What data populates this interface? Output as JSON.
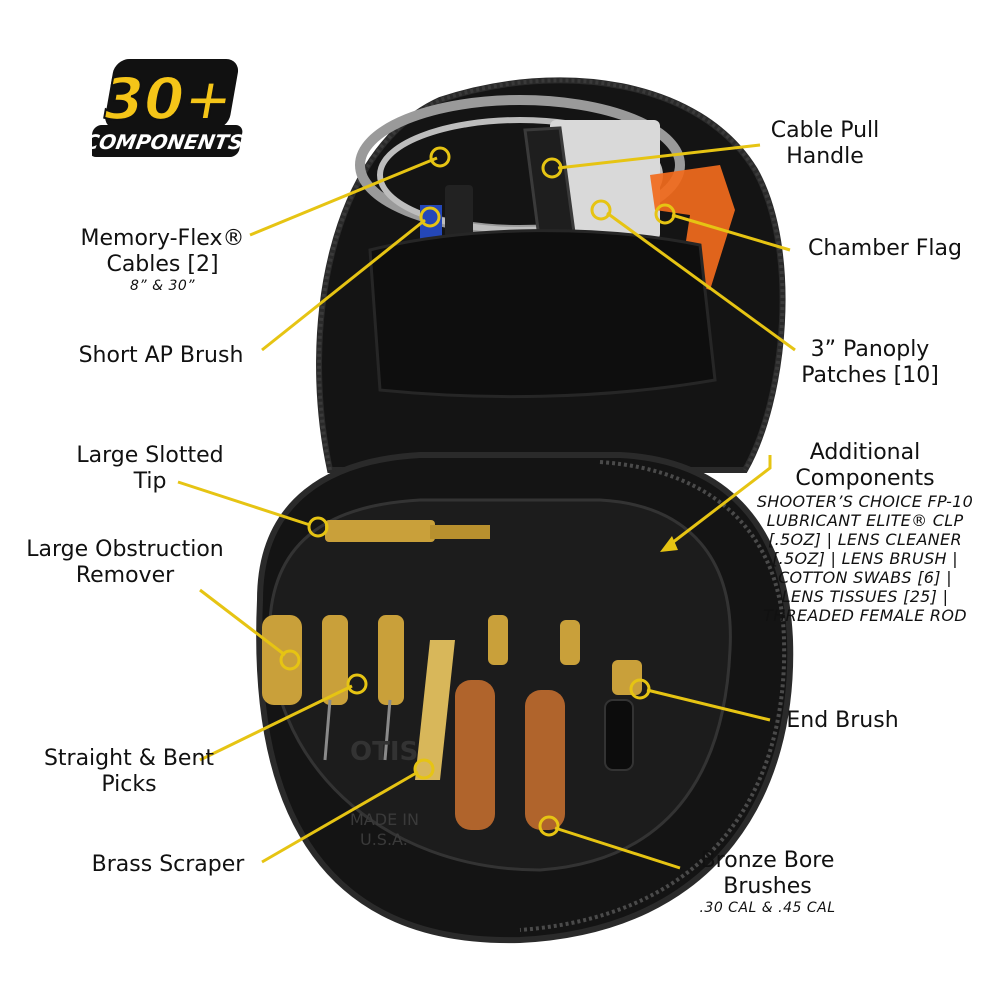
{
  "badge": {
    "line1": "30+",
    "line2": "COMPONENTS"
  },
  "colors": {
    "accent_yellow": "#f5c518",
    "leader_yellow": "#e6c413",
    "case_black": "#151515",
    "brass": "#c9a03a",
    "bronze": "#b0642c",
    "flag_orange": "#f26b1d"
  },
  "labels": {
    "memory_flex": {
      "line1": "Memory-Flex®",
      "line2": "Cables [2]",
      "sub": "8” & 30”"
    },
    "short_ap_brush": {
      "line1": "Short AP Brush"
    },
    "large_slotted_tip": {
      "line1": "Large Slotted",
      "line2": "Tip"
    },
    "large_obstruction_remover": {
      "line1": "Large Obstruction",
      "line2": "Remover"
    },
    "straight_bent_picks": {
      "line1": "Straight & Bent",
      "line2": "Picks"
    },
    "brass_scraper": {
      "line1": "Brass Scraper"
    },
    "cable_pull_handle": {
      "line1": "Cable Pull",
      "line2": "Handle"
    },
    "chamber_flag": {
      "line1": "Chamber Flag"
    },
    "panoply_patches": {
      "line1": "3” Panoply",
      "line2": "Patches [10]"
    },
    "additional_components": {
      "line1": "Additional",
      "line2": "Components",
      "details": [
        "SHOOTER’S CHOICE FP-10",
        "LUBRICANT ELITE® CLP",
        "[.5OZ] | LENS CLEANER",
        "[.5OZ] | LENS BRUSH |",
        "COTTON SWABS [6] |",
        "LENS TISSUES [25] |",
        "THREADED FEMALE ROD"
      ]
    },
    "end_brush": {
      "line1": "End Brush"
    },
    "bronze_bore_brushes": {
      "line1": "Bronze Bore",
      "line2": "Brushes",
      "sub": ".30 CAL & .45 CAL"
    }
  },
  "case_imprint": {
    "brand": "OTIS",
    "made_in_line1": "MADE IN",
    "made_in_line2": "U.S.A."
  }
}
